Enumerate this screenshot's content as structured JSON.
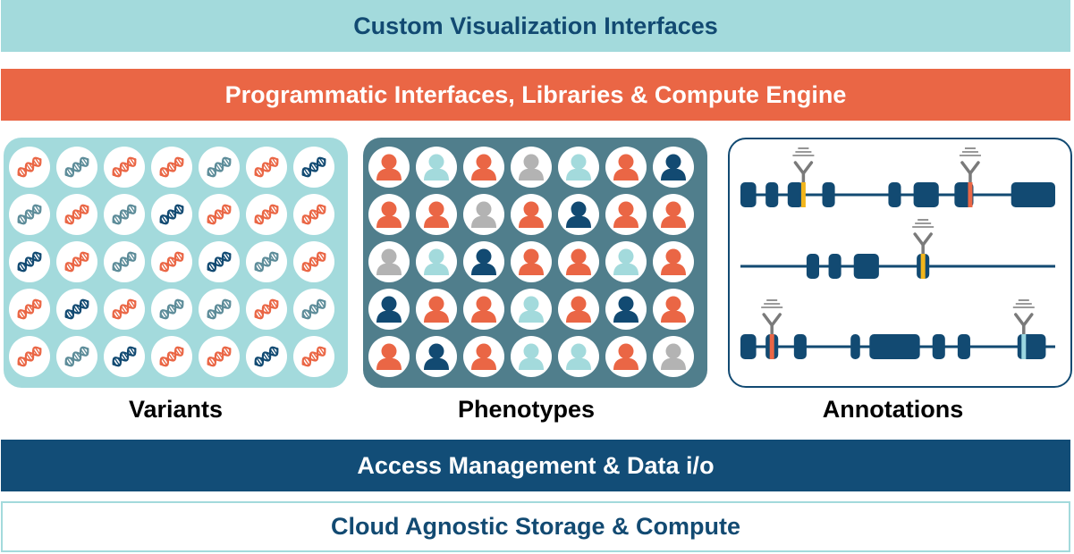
{
  "bars": {
    "visualization": "Custom Visualization Interfaces",
    "programmatic": "Programmatic Interfaces, Libraries & Compute Engine",
    "access": "Access Management & Data i/o",
    "cloud": "Cloud Agnostic Storage & Compute"
  },
  "panels": {
    "variants": {
      "label": "Variants"
    },
    "phenotypes": {
      "label": "Phenotypes"
    },
    "annotations": {
      "label": "Annotations"
    }
  },
  "colors": {
    "orange": "#ea6645",
    "light_teal": "#a3dadc",
    "teal_gray": "#5d8c99",
    "navy": "#124a72",
    "gray": "#b3b3b3",
    "yellow": "#f2b51b",
    "light_blue": "#9ad6e0"
  },
  "variant_grid": [
    [
      "orange",
      "teal_gray",
      "orange",
      "orange",
      "teal_gray",
      "orange",
      "navy"
    ],
    [
      "teal_gray",
      "orange",
      "teal_gray",
      "navy",
      "orange",
      "orange",
      "orange"
    ],
    [
      "navy",
      "orange",
      "teal_gray",
      "orange",
      "navy",
      "teal_gray",
      "orange"
    ],
    [
      "orange",
      "navy",
      "orange",
      "teal_gray",
      "teal_gray",
      "orange",
      "teal_gray"
    ],
    [
      "orange",
      "teal_gray",
      "navy",
      "orange",
      "orange",
      "navy",
      "orange"
    ]
  ],
  "phenotype_grid": [
    [
      "orange",
      "light_teal",
      "orange",
      "gray",
      "light_teal",
      "orange",
      "navy"
    ],
    [
      "orange",
      "orange",
      "gray",
      "orange",
      "navy",
      "orange",
      "orange"
    ],
    [
      "gray",
      "light_teal",
      "navy",
      "orange",
      "orange",
      "light_teal",
      "orange"
    ],
    [
      "navy",
      "orange",
      "orange",
      "light_teal",
      "orange",
      "navy",
      "orange"
    ],
    [
      "orange",
      "navy",
      "orange",
      "light_teal",
      "light_teal",
      "orange",
      "gray"
    ]
  ],
  "annotation_tracks": [
    {
      "exons": [
        [
          0.0,
          0.05
        ],
        [
          0.08,
          0.12
        ],
        [
          0.15,
          0.2
        ],
        [
          0.26,
          0.3
        ],
        [
          0.47,
          0.51
        ],
        [
          0.55,
          0.63
        ],
        [
          0.68,
          0.74
        ],
        [
          0.86,
          1.0
        ]
      ],
      "markers": [
        {
          "pos": 0.2,
          "color": "yellow"
        },
        {
          "pos": 0.73,
          "color": "orange"
        }
      ]
    },
    {
      "exons": [
        [
          0.21,
          0.25
        ],
        [
          0.28,
          0.32
        ],
        [
          0.36,
          0.44
        ],
        [
          0.56,
          0.6
        ]
      ],
      "markers": [
        {
          "pos": 0.58,
          "color": "yellow"
        }
      ]
    },
    {
      "exons": [
        [
          0.0,
          0.05
        ],
        [
          0.08,
          0.12
        ],
        [
          0.17,
          0.21
        ],
        [
          0.35,
          0.38
        ],
        [
          0.41,
          0.57
        ],
        [
          0.61,
          0.65
        ],
        [
          0.69,
          0.73
        ],
        [
          0.88,
          0.97
        ]
      ],
      "markers": [
        {
          "pos": 0.1,
          "color": "orange"
        },
        {
          "pos": 0.9,
          "color": "light_blue"
        }
      ]
    }
  ]
}
